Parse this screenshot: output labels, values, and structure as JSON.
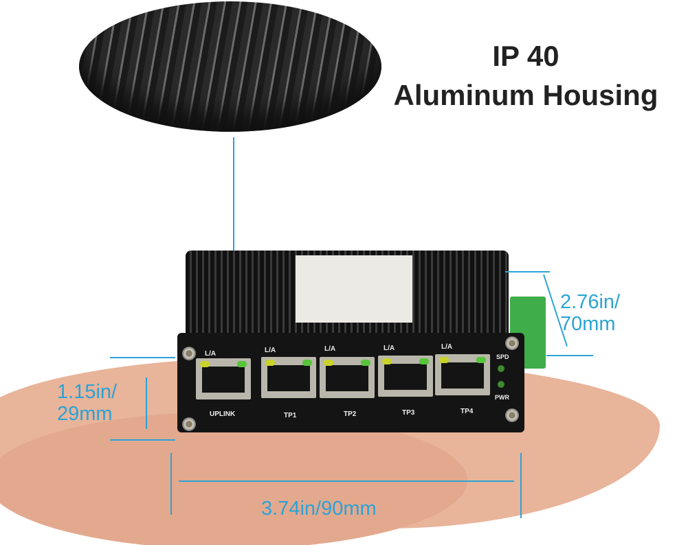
{
  "headline": {
    "line1": "IP 40",
    "line2": "Aluminum Housing"
  },
  "dimensions": {
    "height_in": "1.15in/",
    "height_mm": "29mm",
    "depth_in": "2.76in/",
    "depth_mm": "70mm",
    "width": "3.74in/90mm"
  },
  "device": {
    "port_led_label": "L/A",
    "ports": [
      "UPLINK",
      "TP1",
      "TP2",
      "TP3",
      "TP4"
    ],
    "status_leds": [
      "SPD",
      "PWR"
    ]
  },
  "colors": {
    "dimension_lines": "#2ba3d6",
    "housing": "#1a1a1a",
    "terminal_block": "#3fae4a"
  }
}
